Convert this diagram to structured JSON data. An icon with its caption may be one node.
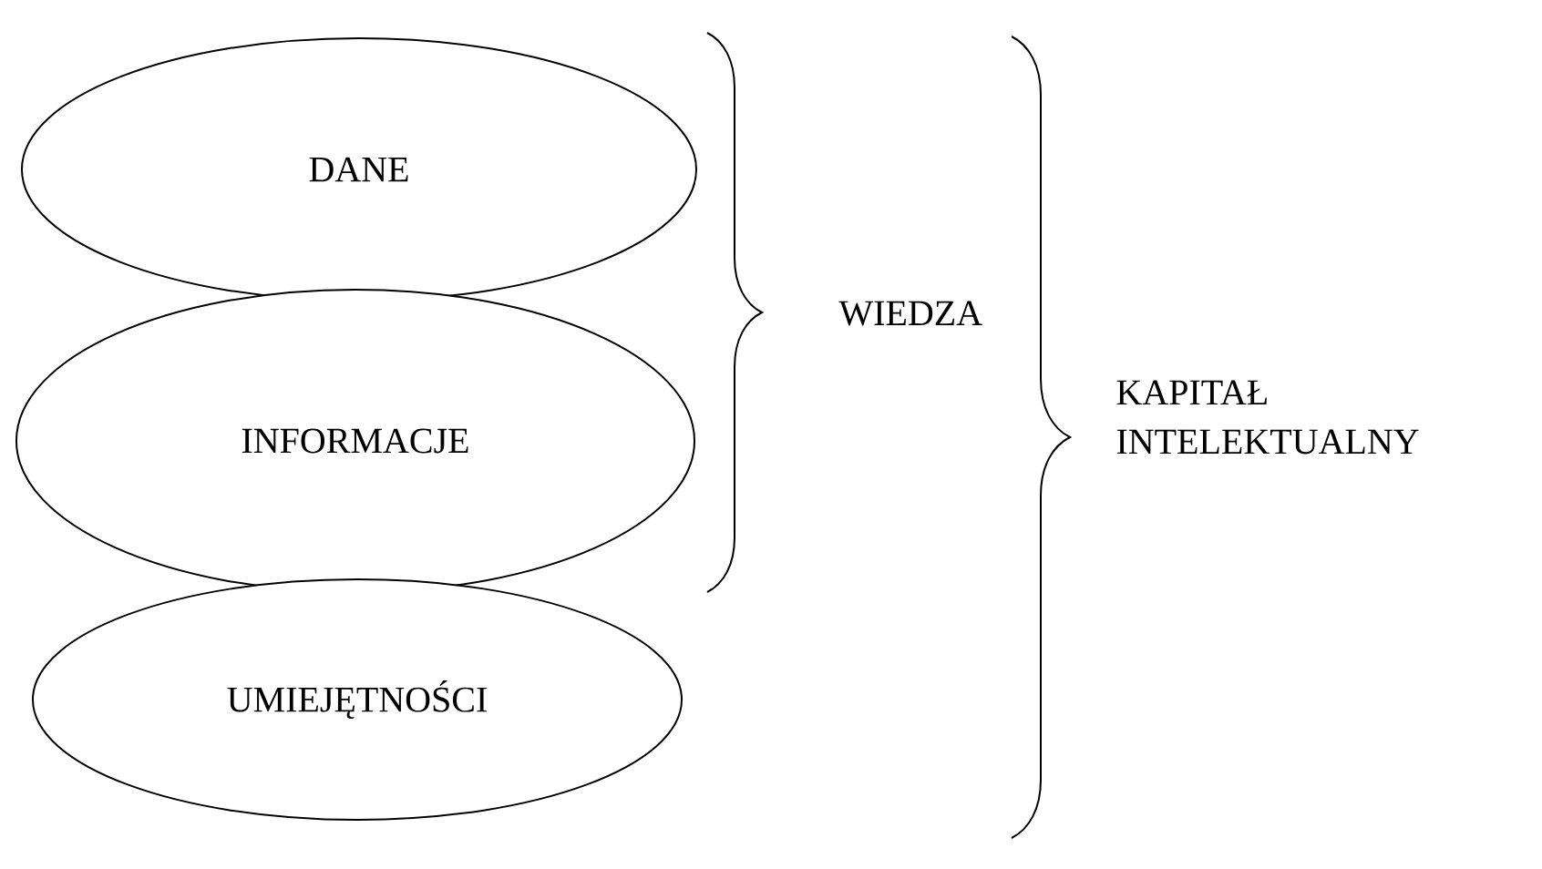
{
  "diagram": {
    "nodes": [
      {
        "text": [
          "DANE"
        ]
      },
      {
        "text": [
          "INFORMACJE"
        ]
      },
      {
        "text": [
          "UMIEJĘTNOŚCI"
        ]
      }
    ],
    "labels": [
      "WIEDZA",
      "KAPITAŁ INTELEKTUALNY"
    ]
  }
}
